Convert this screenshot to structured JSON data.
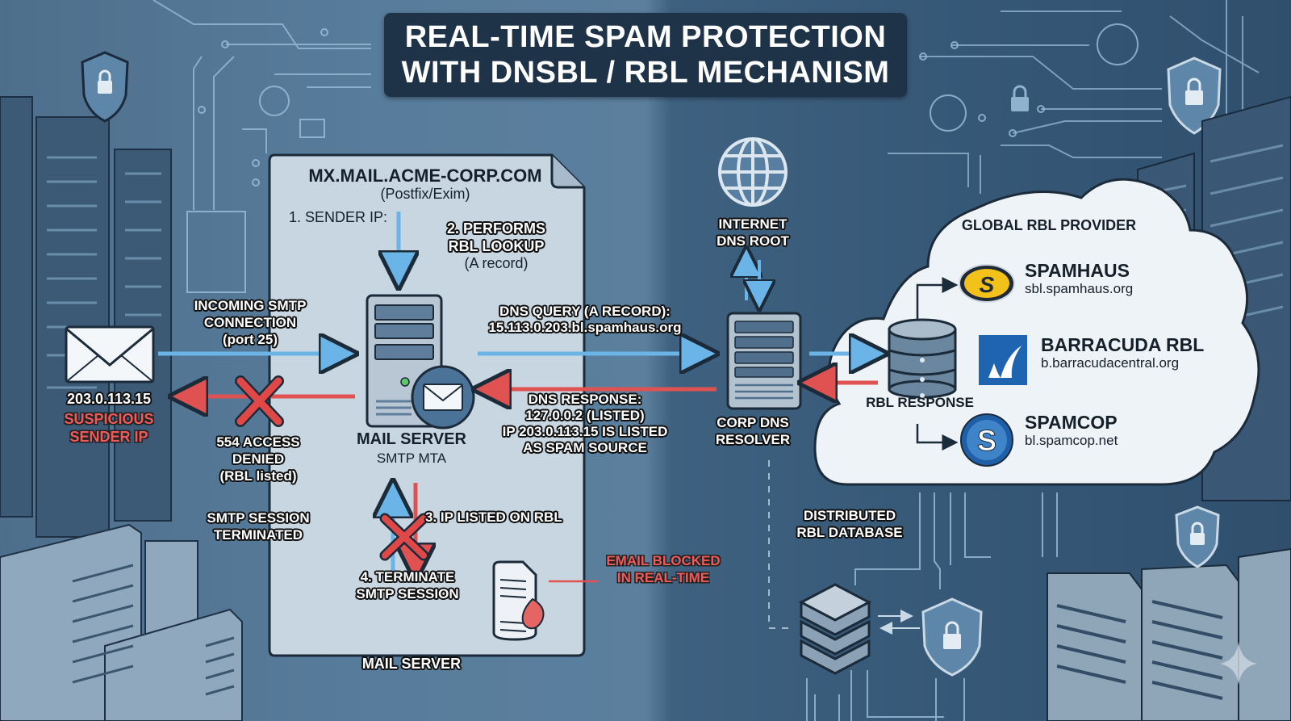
{
  "title": {
    "line1": "REAL-TIME SPAM PROTECTION",
    "line2": "WITH DNSBL / RBL MECHANISM"
  },
  "mail_server_panel": {
    "hostname": "MX.MAIL.ACME-CORP.COM",
    "software": "(Postfix/Exim)",
    "step1": "1. SENDER IP:",
    "step2_line1": "2. PERFORMS",
    "step2_line2": "RBL LOOKUP",
    "step2_line3": "(A record)",
    "server_label": "MAIL SERVER",
    "server_sublabel": "SMTP MTA",
    "step3": "3. IP LISTED ON RBL",
    "step4_line1": "4. TERMINATE",
    "step4_line2": "SMTP SESSION",
    "blocked_line1": "EMAIL BLOCKED",
    "blocked_line2": "IN REAL-TIME",
    "footer": "MAIL SERVER"
  },
  "sender": {
    "ip": "203.0.113.15",
    "status_line1": "SUSPICIOUS",
    "status_line2": "SENDER IP"
  },
  "incoming": {
    "line1": "INCOMING SMTP",
    "line2": "CONNECTION",
    "line3": "(port 25)"
  },
  "denied": {
    "line1": "554 ACCESS",
    "line2": "DENIED",
    "line3": "(RBL listed)"
  },
  "session_terminated": {
    "line1": "SMTP SESSION",
    "line2": "TERMINATED"
  },
  "dns_query": {
    "line1": "DNS QUERY (A RECORD):",
    "line2": "15.113.0.203.bl.spamhaus.org"
  },
  "dns_response": {
    "line1": "DNS RESPONSE:",
    "line2": "127.0.0.2 (LISTED)",
    "line3": "IP 203.0.113.15 IS LISTED",
    "line4": "AS SPAM SOURCE"
  },
  "dns_root": {
    "line1": "INTERNET",
    "line2": "DNS ROOT"
  },
  "dns_resolver": {
    "line1": "CORP DNS",
    "line2": "RESOLVER"
  },
  "rbl_cloud": {
    "title": "GLOBAL RBL PROVIDER",
    "response_label": "RBL RESPONSE",
    "providers": [
      {
        "name": "SPAMHAUS",
        "host": "sbl.spamhaus.org",
        "icon": "spamhaus-logo",
        "color": "#f2c21b"
      },
      {
        "name": "BARRACUDA RBL",
        "host": "b.barracudacentral.org",
        "icon": "barracuda-logo",
        "color": "#1f64b0"
      },
      {
        "name": "SPAMCOP",
        "host": "bl.spamcop.net",
        "icon": "spamcop-logo",
        "color": "#1e5fa8"
      }
    ]
  },
  "distributed_db": {
    "line1": "DISTRIBUTED",
    "line2": "RBL DATABASE"
  },
  "colors": {
    "forward_arrow": "#6ab4e8",
    "reject_arrow": "#e05252",
    "title_bg": "#1e3347",
    "panel_bg": "#c9d7e3"
  }
}
